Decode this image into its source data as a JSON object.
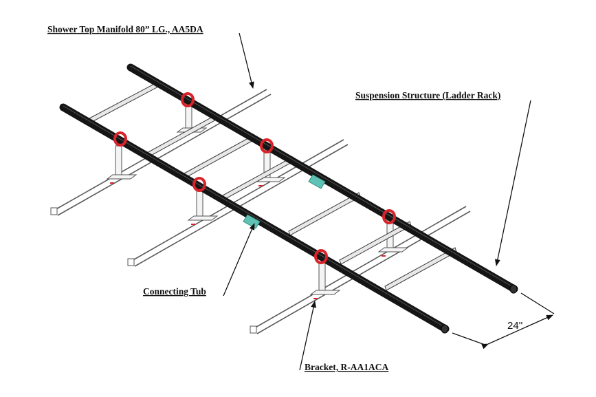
{
  "labels": {
    "manifold": "Shower Top Manifold 80” LG., AA5DA",
    "suspension": "Suspension Structure (Ladder Rack)",
    "connecting": "Connecting Tub",
    "bracket": "Bracket, R-AA1ACA",
    "dimension": "24''"
  },
  "colors": {
    "pipe": "#151515",
    "clamp": "#d8232a",
    "connector": "#5fc2b4",
    "frame": "#6a6a6a",
    "leader": "#111111"
  }
}
